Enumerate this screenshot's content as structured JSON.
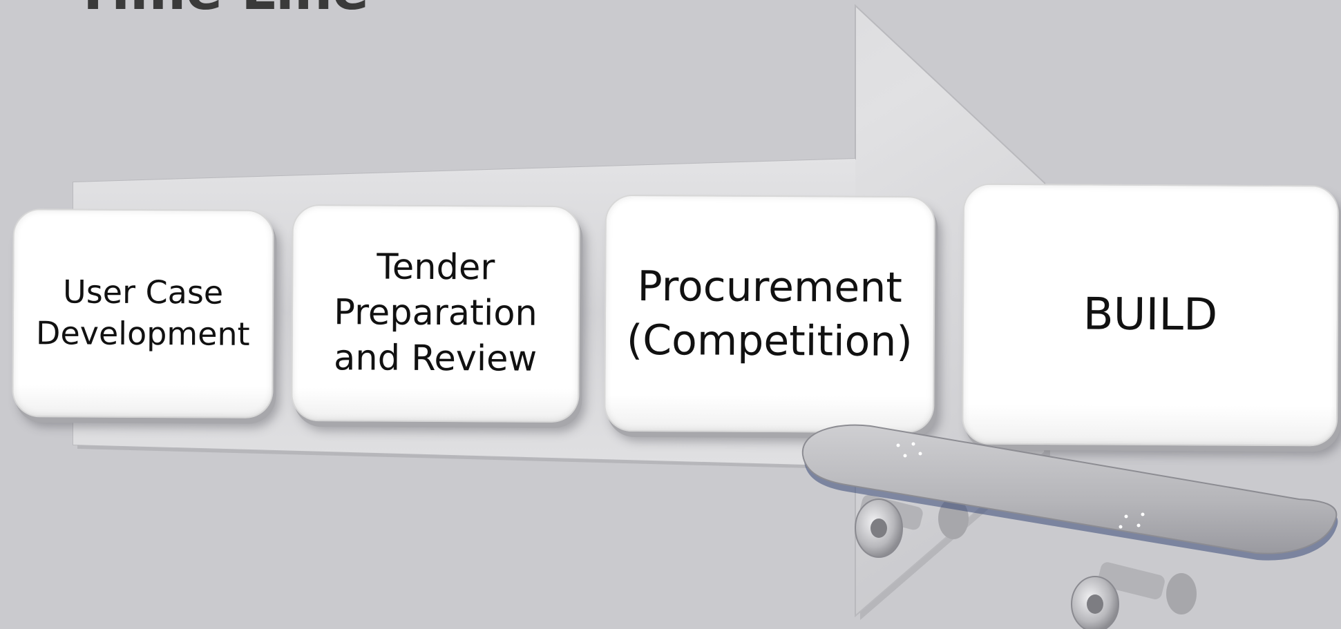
{
  "title": "Time Line",
  "steps": [
    {
      "label": "User Case\nDevelopment"
    },
    {
      "label": "Tender\nPreparation\nand Review"
    },
    {
      "label": "Procurement\n(Competition)"
    },
    {
      "label": "BUILD"
    }
  ],
  "colors": {
    "background": "#cacace",
    "arrow": "#dcdcde",
    "box": "#ffffff",
    "text": "#111111",
    "title": "#3a3a3a"
  }
}
